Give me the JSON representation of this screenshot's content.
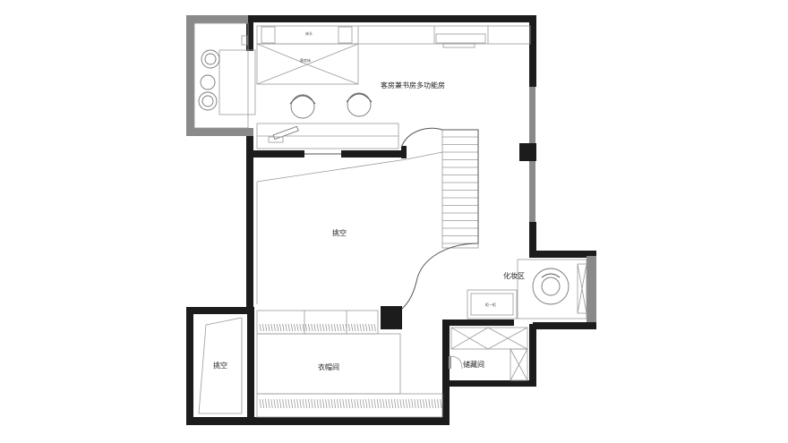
{
  "rooms": {
    "multi": "客房兼书房多功能房",
    "void_main": "挑空",
    "void_left": "挑空",
    "wardrobe": "衣帽间",
    "vanity": "化妆区",
    "storage": "储藏间"
  },
  "small_labels": {
    "bed_top": "床头",
    "bed_mid": "客房床",
    "cabinet": "柜一柜"
  },
  "colors": {
    "wall": "#1c1c1c",
    "partition": "#8a8a8a",
    "line": "#9a9a9a"
  }
}
